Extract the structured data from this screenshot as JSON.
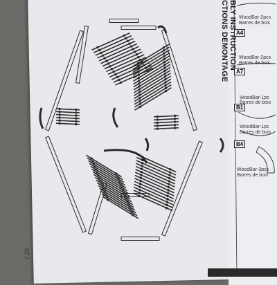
{
  "header": {
    "line1": "BLY INSTRUCTION",
    "line2": "CTIONS DEMONTAGE"
  },
  "parts": [
    {
      "code": "A4",
      "name": "WoodBar-2pcs",
      "desc": "Barres de bois"
    },
    {
      "code": "A7",
      "name": "WoodBar-2pcs",
      "desc": "Barres de bois"
    },
    {
      "code": "B1",
      "name": "WoodBar-1pc",
      "desc": "Barres de bois"
    },
    {
      "code": "B4",
      "name": "WoodBar-1pc",
      "desc": "Barres de bois"
    },
    {
      "code": "",
      "name": "WoodBar-3pcs",
      "desc": "Barres de bois"
    }
  ],
  "page_number": "/ 20",
  "colors": {
    "paper": "#e7e9ec",
    "background": "#6b6a66",
    "line": "#2b2b2b"
  }
}
